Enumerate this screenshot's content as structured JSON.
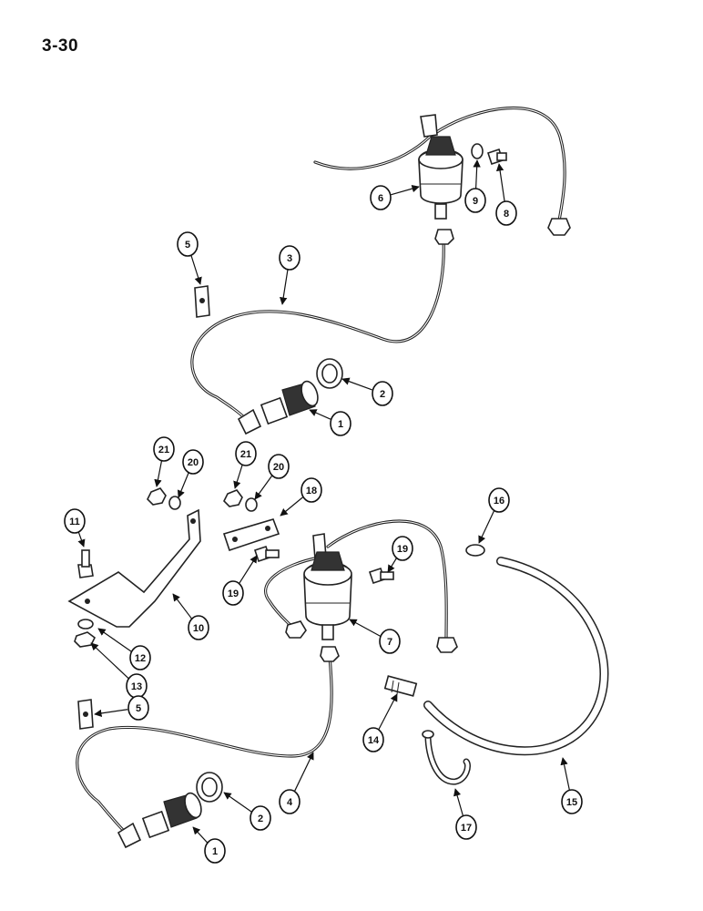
{
  "page": {
    "number": "3-30",
    "footnote": ""
  },
  "callouts": [
    {
      "label": "6"
    },
    {
      "label": "9"
    },
    {
      "label": "8"
    },
    {
      "label": "5"
    },
    {
      "label": "3"
    },
    {
      "label": "2"
    },
    {
      "label": "1"
    },
    {
      "label": "21"
    },
    {
      "label": "20"
    },
    {
      "label": "21"
    },
    {
      "label": "20"
    },
    {
      "label": "18"
    },
    {
      "label": "16"
    },
    {
      "label": "11"
    },
    {
      "label": "19"
    },
    {
      "label": "19"
    },
    {
      "label": "10"
    },
    {
      "label": "7"
    },
    {
      "label": "12"
    },
    {
      "label": "13"
    },
    {
      "label": "5"
    },
    {
      "label": "14"
    },
    {
      "label": "4"
    },
    {
      "label": "2"
    },
    {
      "label": "17"
    },
    {
      "label": "15"
    },
    {
      "label": "1"
    }
  ]
}
